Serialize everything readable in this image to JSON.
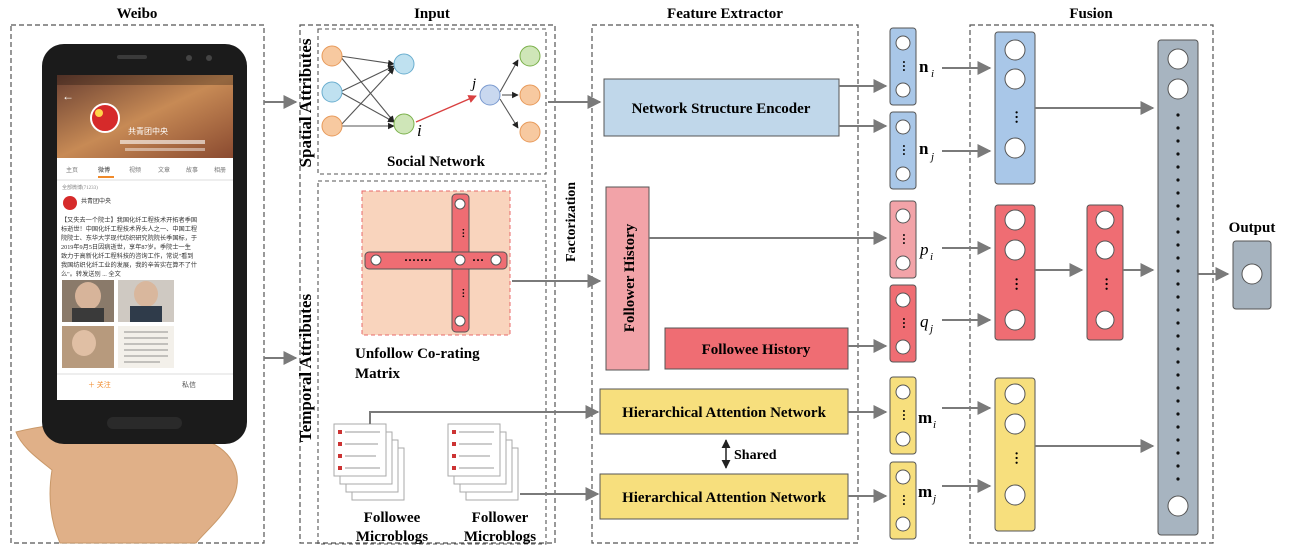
{
  "sections": {
    "weibo": "Weibo",
    "input": "Input",
    "feature_extractor": "Feature Extractor",
    "fusion": "Fusion"
  },
  "input": {
    "spatial_attributes": "Spatial Attributes",
    "temporal_attributes": "Temporal Attributes",
    "social_network": "Social Network",
    "node_i": "i",
    "node_j": "j",
    "matrix_line1": "Unfollow Co-rating",
    "matrix_line2": "Matrix",
    "followee_microblogs_line1": "Followee",
    "followee_microblogs_line2": "Microblogs",
    "follower_microblogs_line1": "Follower",
    "follower_microblogs_line2": "Microblogs"
  },
  "feature_extractor": {
    "network_structure_encoder": "Network Structure Encoder",
    "follower_history": "Follower History",
    "followee_history": "Followee History",
    "han_top": "Hierarchical Attention Network",
    "han_bottom": "Hierarchical Attention Network",
    "factorization": "Factorization",
    "shared": "Shared"
  },
  "vectors": {
    "n": "n",
    "p": "p",
    "q": "q",
    "m": "m",
    "sub_i": "i",
    "sub_j": "j"
  },
  "output": "Output",
  "phone": {
    "account_name": "共青团中央",
    "tabs": [
      "主页",
      "微博",
      "视频",
      "文章",
      "故事",
      "相册"
    ],
    "count_line": "全部微博(71233)",
    "post_lines": [
      "【又失去一个院士】我国化纤工程技术开拓者季国",
      "标逝世！中国化纤工程技术界头人之一、中国工程",
      "院院士、东华大学现代纺织研究院院长季国标，于",
      "2019年9月5日因病逝世，享年87岁。季院士一生",
      "致力于高新化纤工程科技的咨询工作，常说\"看到",
      "我国纺织化纤工业的发展，我的辛苦实在算不了什",
      "么\"。转发送别 ... 全文"
    ],
    "follow_button": "＋ 关注",
    "message_button": "私信"
  },
  "colors": {
    "blue": "#a9c7e8",
    "blue_light": "#c0d7ea",
    "red": "#ef6d73",
    "red_light": "#f2a3a8",
    "red_header": "#e8585e",
    "yellow": "#f7df7d",
    "gray": "#a7b4c0",
    "arrow": "#7a7a7a",
    "dashed": "#555555",
    "matrix_bg": "#f9d4bd",
    "hand": "#e0b088"
  }
}
